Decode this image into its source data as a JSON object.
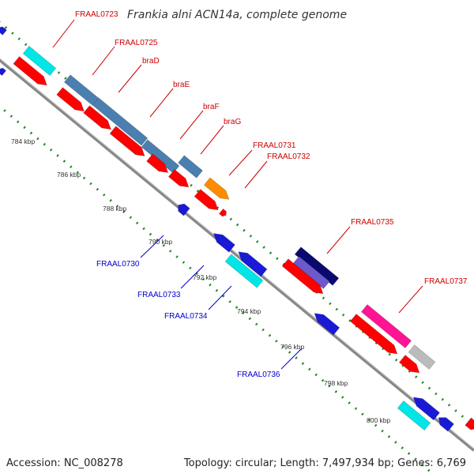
{
  "title": "Frankia alni ACN14a, complete genome",
  "footer": {
    "accession": "Accession: NC_008278",
    "topology": "Topology: circular; Length: 7,497,934 bp; Genes: 6,769"
  },
  "ticks": [
    "784 kbp",
    "786 kbp",
    "788 kbp",
    "790 kbp",
    "792 kbp",
    "794 kbp",
    "796 kbp",
    "798 kbp",
    "800 kbp"
  ],
  "gene_labels": [
    {
      "text": "FRAAL0723",
      "strand": "forward"
    },
    {
      "text": "FRAAL0725",
      "strand": "forward"
    },
    {
      "text": "braD",
      "strand": "forward"
    },
    {
      "text": "braE",
      "strand": "forward"
    },
    {
      "text": "braF",
      "strand": "forward"
    },
    {
      "text": "braG",
      "strand": "forward"
    },
    {
      "text": "FRAAL0731",
      "strand": "forward"
    },
    {
      "text": "FRAAL0732",
      "strand": "forward"
    },
    {
      "text": "FRAAL0735",
      "strand": "forward"
    },
    {
      "text": "FRAAL0737",
      "strand": "forward"
    },
    {
      "text": "FRAAL0730",
      "strand": "reverse"
    },
    {
      "text": "FRAAL0733",
      "strand": "reverse"
    },
    {
      "text": "FRAAL0734",
      "strand": "reverse"
    },
    {
      "text": "FRAAL0736",
      "strand": "reverse"
    }
  ],
  "colors": {
    "forward_label": "#cc0000",
    "reverse_label": "#0000cc",
    "cds": "#ff0000",
    "backbone": "#888888",
    "gc_dots": "#228822",
    "cyan": "#00e5e5",
    "steel_blue": "#4a7fb0",
    "orange": "#ff8c00",
    "navy": "#0a0a6e",
    "slate": "#6a5acd",
    "magenta": "#ff1493",
    "silver": "#bbbbbb",
    "blue": "#1a1ad6"
  }
}
